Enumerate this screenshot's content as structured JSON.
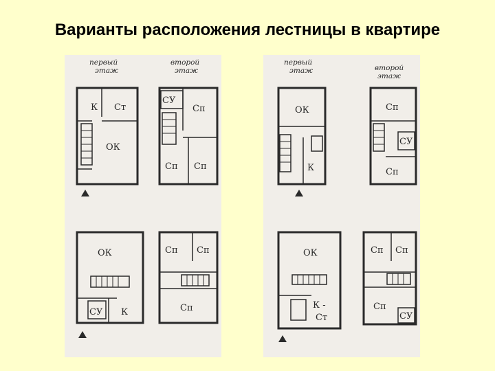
{
  "title": "Варианты расположения лестницы в квартире",
  "headers": {
    "first_floor_l1": "первый",
    "first_floor_l2": "этаж",
    "second_floor_l1": "второй",
    "second_floor_l2": "этаж"
  },
  "rooms": {
    "ok": "ОК",
    "k": "К",
    "st": "Ст",
    "su": "СУ",
    "sp": "Сп",
    "k_st": "К -",
    "st2": "Ст"
  }
}
